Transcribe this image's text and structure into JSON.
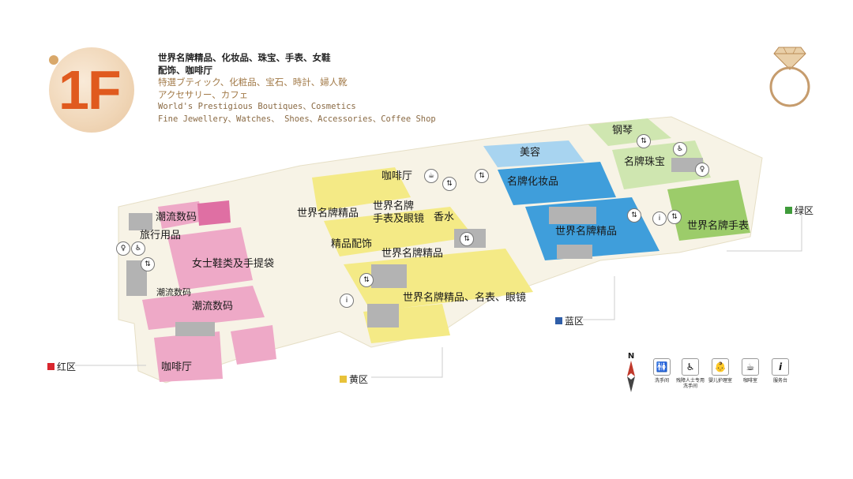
{
  "floor": {
    "label": "1F"
  },
  "description": {
    "zh_line1": "世界名牌精品、化妆品、珠宝、手表、女鞋",
    "zh_line2": "配饰、咖啡厅",
    "jp_line1": "特選ブティック、化粧品、宝石、時計、婦人靴",
    "jp_line2": "アクセサリー、カフェ",
    "en_line1": "World's Prestigious Boutiques、Cosmetics",
    "en_line2": "Fine Jewellery、Watches、 Shoes、Accessories、Coffee Shop"
  },
  "areas": {
    "chaoliu_top": "潮流数码",
    "travel": "旅行用品",
    "women_shoes": "女士鞋类及手提袋",
    "chaoliu_small": "潮流数码",
    "chaoliu_mid": "潮流数码",
    "cafe_red": "咖啡厅",
    "luxury_yellow1": "世界名牌精品",
    "cafe_yellow": "咖啡厅",
    "watch_glasses_1": "世界名牌",
    "watch_glasses_2": "手表及眼镜",
    "perfume": "香水",
    "accessories": "精品配饰",
    "luxury_yellow2": "世界名牌精品",
    "luxury_watch_glasses": "世界名牌精品、名表、眼镜",
    "beauty": "美容",
    "cosmetics": "名牌化妆品",
    "luxury_blue": "世界名牌精品",
    "piano": "钢琴",
    "jewelry": "名牌珠宝",
    "watches_green": "世界名牌手表"
  },
  "zones": {
    "red": {
      "label": "红区",
      "color": "#d9262e"
    },
    "yellow": {
      "label": "黄区",
      "color": "#e8c23a"
    },
    "blue": {
      "label": "蓝区",
      "color": "#2f5ea8"
    },
    "green": {
      "label": "绿区",
      "color": "#3f9b3a"
    }
  },
  "north": "N",
  "legend": {
    "toilet": "洗手间",
    "accessible": "残障人士专用洗手间",
    "baby": "婴儿护理室",
    "coffee": "咖啡室",
    "info": "服务台"
  },
  "colors": {
    "pink": "#eeaac8",
    "yellow": "#f4ea86",
    "blue": "#3f9edb",
    "lightblue": "#a6d3f0",
    "green": "#9ccc6a",
    "lightgreen": "#cfe6b0",
    "gray": "#a8a8a8",
    "floor": "#f6f2e4"
  }
}
